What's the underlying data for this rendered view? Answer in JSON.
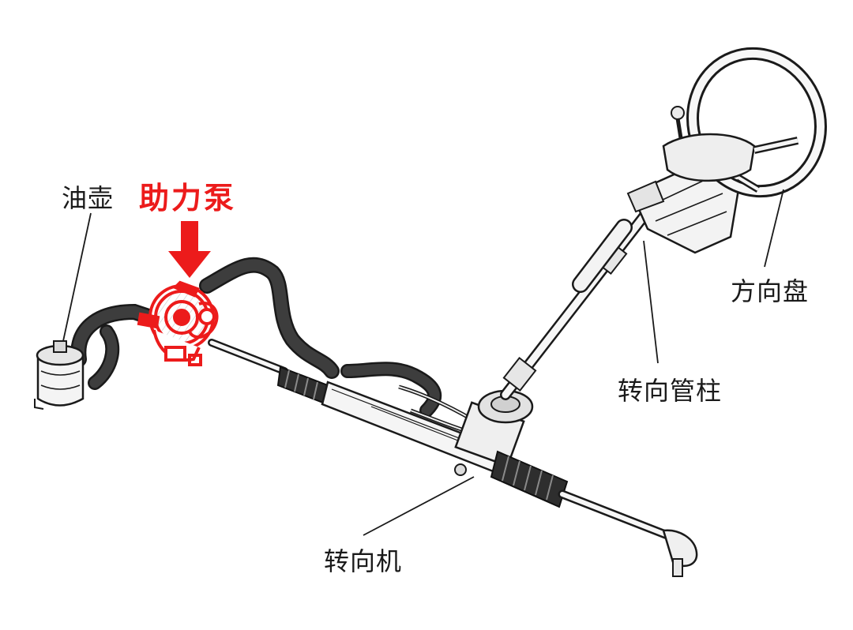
{
  "labels": {
    "oil_reservoir": "油壶",
    "power_pump": "助力泵",
    "steering_wheel": "方向盘",
    "steering_column": "转向管柱",
    "steering_gear": "转向机"
  },
  "colors": {
    "highlight": "#ec1b1b",
    "line": "#1a1a1a",
    "hose": "#3a3a3a",
    "part_fill": "#f2f2f2"
  }
}
